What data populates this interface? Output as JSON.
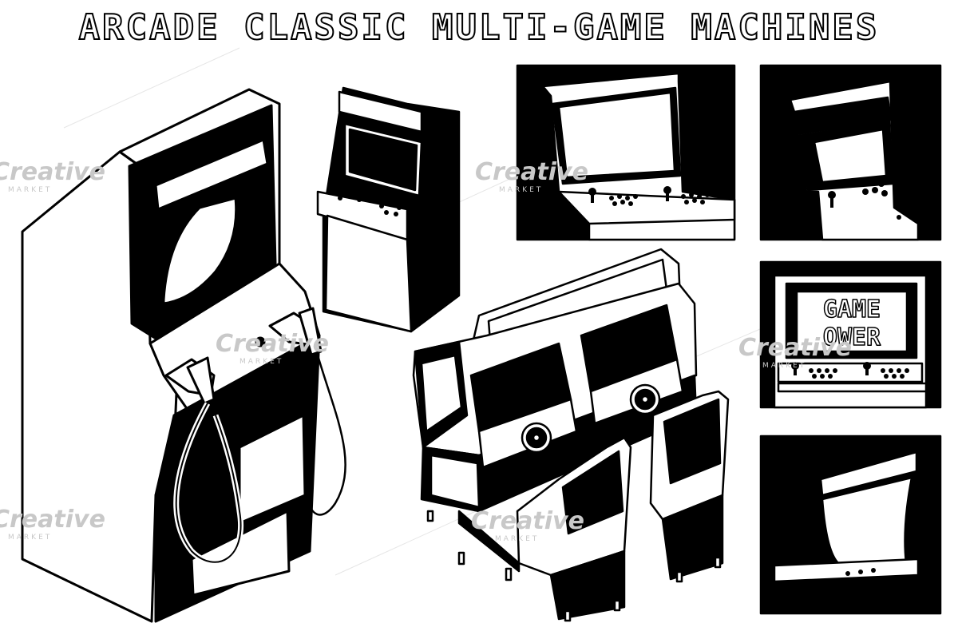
{
  "header": {
    "title": "ARCADE CLASSIC MULTI-GAME MACHINES"
  },
  "screen_text": {
    "line1": "GAME",
    "line2": "OWER"
  },
  "watermark": {
    "brand": "Creative",
    "sub": "MARKET"
  },
  "colors": {
    "ink": "#000000",
    "paper": "#ffffff",
    "watermark": "#c8c8c8"
  }
}
